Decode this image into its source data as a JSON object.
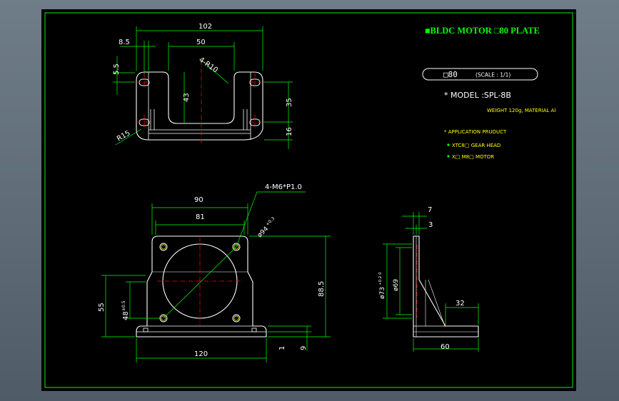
{
  "title_block": {
    "title": "■BLDC MOTOR □80 PLATE",
    "size_box": "□80",
    "scale": "(SCALE : 1/1)",
    "model_line": "* MODEL :SPL-8B",
    "weight_line": "WEIGHT 120g, MATERIAL Al",
    "application_heading": "* APPLICATION PRUDUCT",
    "app_item_1": "XTC8□  GEAR HEAD",
    "app_item_2": "X□ M8□  MOTOR"
  },
  "dimensions": {
    "top_width": "102",
    "top_inner": "50",
    "top_left_offset": "8.5",
    "top_left_vertical": "5.5",
    "slot_radius": "4-R10",
    "slot_depth": "43",
    "right_35": "35",
    "right_16": "16",
    "corner_radius": "R15",
    "front_90": "90",
    "front_81": "81",
    "hole_callout": "4-M6*P1.0",
    "bore_dia": "ø94",
    "bore_tol": "+0.3",
    "front_height": "88.5",
    "center_height": "55",
    "pcd_48": "48",
    "pcd_48_tol": "±0.5",
    "base_width": "120",
    "base_1": "1",
    "base_9": "9",
    "side_7": "7",
    "side_3": "3",
    "side_73": "ø73",
    "side_73_tol": "+0.2 0",
    "side_69": "ø69",
    "side_32": "32",
    "side_60": "60"
  }
}
